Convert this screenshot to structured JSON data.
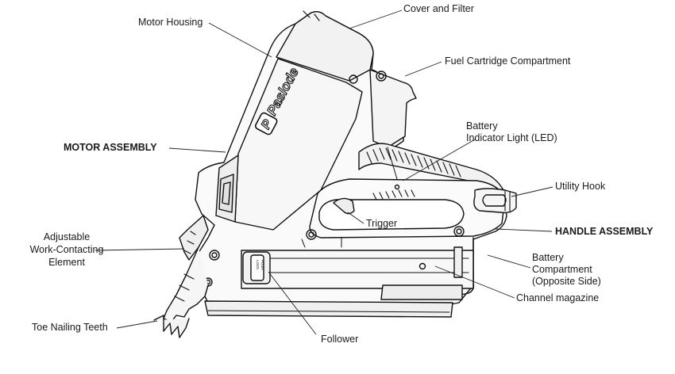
{
  "brand": "Paslode",
  "follower_text": [
    "PUSH",
    "LOCK"
  ],
  "labels": {
    "cover_filter": "Cover and Filter",
    "motor_housing": "Motor Housing",
    "fuel_cartridge": "Fuel Cartridge Compartment",
    "battery_led_1": "Battery",
    "battery_led_2": "Indicator Light (LED)",
    "motor_assembly": "MOTOR ASSEMBLY",
    "utility_hook": "Utility Hook",
    "trigger": "Trigger",
    "handle_assembly": "HANDLE ASSEMBLY",
    "adjustable_1": "Adjustable",
    "adjustable_2": "Work-Contacting",
    "adjustable_3": "Element",
    "battery_comp_1": "Battery",
    "battery_comp_2": "Compartment",
    "battery_comp_3": "(Opposite Side)",
    "channel_magazine": "Channel magazine",
    "toe_nailing": "Toe Nailing Teeth",
    "follower": "Follower"
  }
}
